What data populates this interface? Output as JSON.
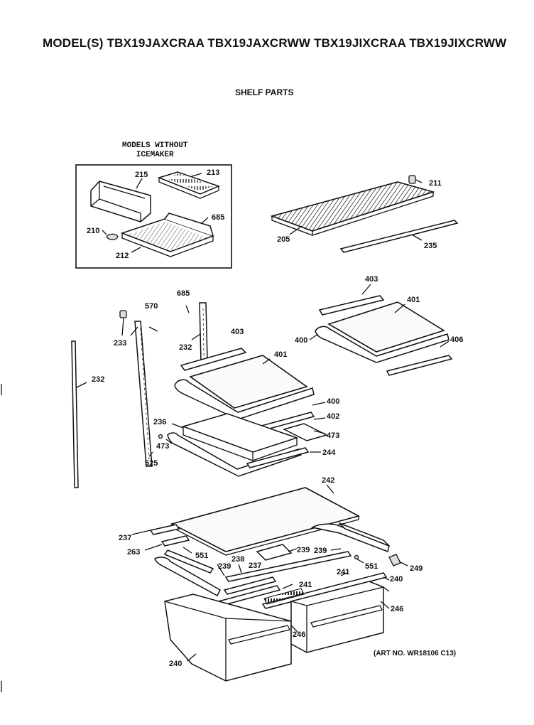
{
  "header": {
    "title": "MODEL(S) TBX19JAXCRAA  TBX19JAXCRWW  TBX19JIXCRAA  TBX19JIXCRWW",
    "subtitle": "SHELF PARTS"
  },
  "inset": {
    "caption_line1": "MODELS WITHOUT",
    "caption_line2": "ICEMAKER"
  },
  "footer": {
    "art_number": "(ART NO. WR18106 C13)"
  },
  "callouts": {
    "c215": "215",
    "c213": "213",
    "c685a": "685",
    "c210": "210",
    "c212": "212",
    "c211": "211",
    "c205": "205",
    "c235": "235",
    "c403a": "403",
    "c401a": "401",
    "c400a": "400",
    "c406": "406",
    "c685b": "685",
    "c570": "570",
    "c233": "233",
    "c232a": "232",
    "c232b": "232",
    "c403b": "403",
    "c401b": "401",
    "c400b": "400",
    "c402": "402",
    "c236": "236",
    "c473a": "473",
    "c473b": "473",
    "c525": "525",
    "c244": "244",
    "c242": "242",
    "c237a": "237",
    "c263": "263",
    "c551a": "551",
    "c238": "238",
    "c237b": "237",
    "c239a": "239",
    "c239b": "239",
    "c239c": "239",
    "c551b": "551",
    "c249": "249",
    "c241a": "241",
    "c241b": "241",
    "c240a": "240",
    "c240b": "240",
    "c246a": "246",
    "c246b": "246"
  }
}
